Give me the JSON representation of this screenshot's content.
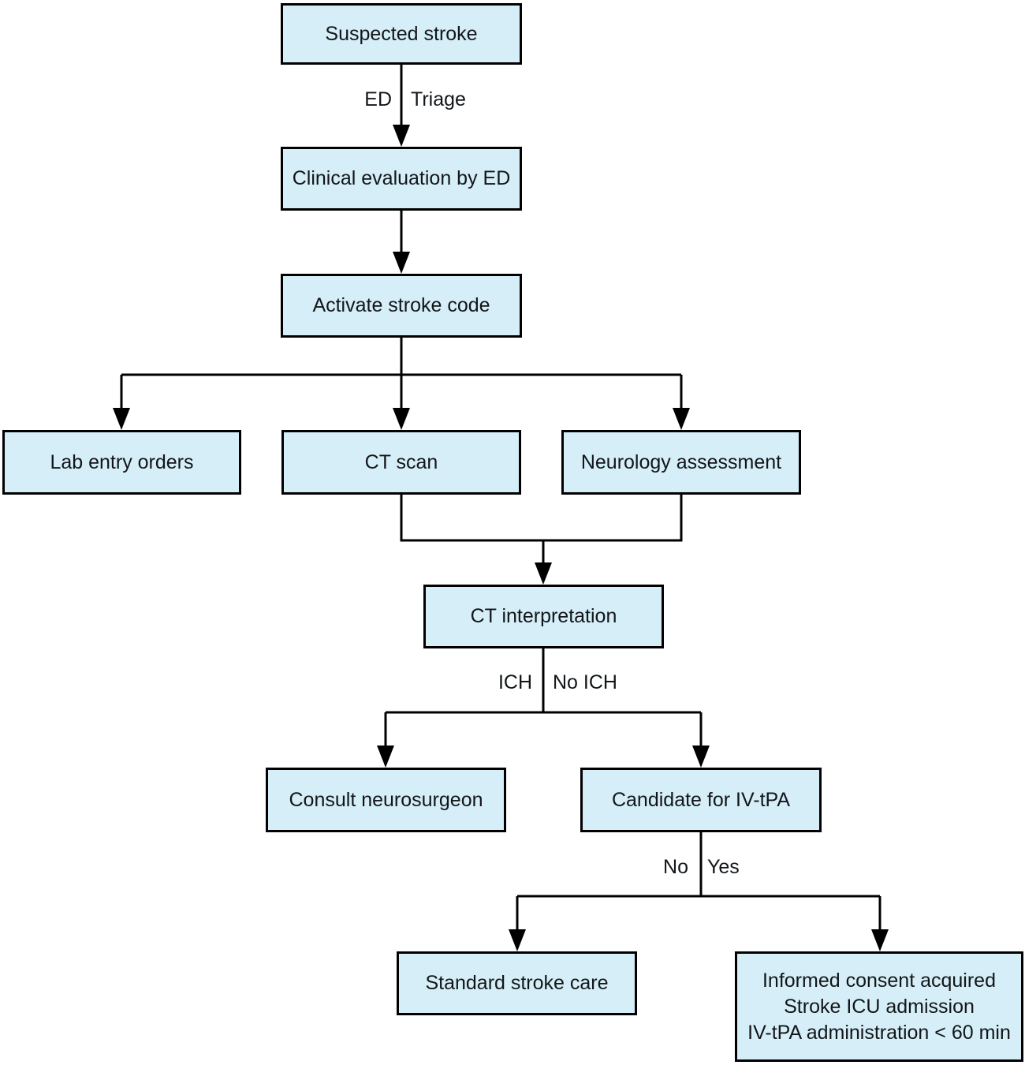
{
  "diagram": {
    "type": "flowchart",
    "subject": "Suspected stroke triage pathway",
    "nodes": {
      "suspected_stroke": {
        "label": "Suspected stroke"
      },
      "clinical_evaluation": {
        "label": "Clinical evaluation by ED"
      },
      "activate_stroke_code": {
        "label": "Activate stroke code"
      },
      "lab_entry_orders": {
        "label": "Lab entry orders"
      },
      "ct_scan": {
        "label": "CT scan"
      },
      "neurology_assessment": {
        "label": "Neurology assessment"
      },
      "ct_interpretation": {
        "label": "CT interpretation"
      },
      "consult_neurosurgeon": {
        "label": "Consult neurosurgeon"
      },
      "candidate_iv_tpa": {
        "label": "Candidate for IV-tPA"
      },
      "standard_stroke_care": {
        "label": "Standard stroke care"
      },
      "iv_tpa_pathway": {
        "lines": [
          "Informed consent acquired",
          "Stroke ICU admission",
          "IV-tPA administration < 60 min"
        ]
      }
    },
    "edge_labels": {
      "ed": "ED",
      "triage": "Triage",
      "ich": "ICH",
      "no_ich": "No ICH",
      "no": "No",
      "yes": "Yes"
    },
    "edges": [
      {
        "from": "Suspected stroke",
        "to": "Clinical evaluation by ED",
        "label": "ED Triage"
      },
      {
        "from": "Clinical evaluation by ED",
        "to": "Activate stroke code",
        "label": ""
      },
      {
        "from": "Activate stroke code",
        "to": "Lab entry orders",
        "label": ""
      },
      {
        "from": "Activate stroke code",
        "to": "CT scan",
        "label": ""
      },
      {
        "from": "Activate stroke code",
        "to": "Neurology assessment",
        "label": ""
      },
      {
        "from": "CT scan",
        "to": "CT interpretation",
        "label": ""
      },
      {
        "from": "Neurology assessment",
        "to": "CT interpretation",
        "label": ""
      },
      {
        "from": "CT interpretation",
        "to": "Consult neurosurgeon",
        "label": "ICH"
      },
      {
        "from": "CT interpretation",
        "to": "Candidate for IV-tPA",
        "label": "No ICH"
      },
      {
        "from": "Candidate for IV-tPA",
        "to": "Standard stroke care",
        "label": "No"
      },
      {
        "from": "Candidate for IV-tPA",
        "to": "Informed consent acquired / Stroke ICU admission / IV-tPA administration < 60 min",
        "label": "Yes"
      }
    ],
    "colors": {
      "node_fill": "#d5eef7",
      "node_border": "#000000",
      "line": "#000000",
      "text": "#131619",
      "background": "#ffffff"
    }
  }
}
